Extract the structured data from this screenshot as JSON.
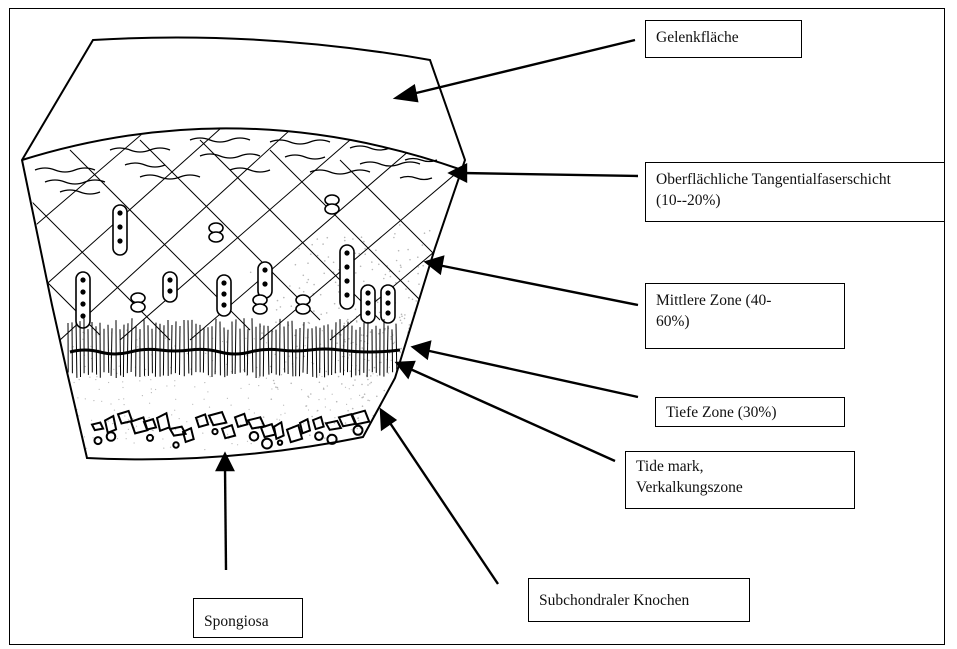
{
  "labels": {
    "articular_surface": "Gelenkfläche",
    "superficial_tangential_layer": "Oberflächliche Tangentialfaserschicht\n(10--20%)",
    "middle_zone": "Mittlere Zone (40-\n60%)",
    "deep_zone": "Tiefe Zone (30%)",
    "tide_mark": "Tide mark,\nVerkalkungszone",
    "subchondral_bone": "Subchondraler Knochen",
    "spongiosa": "Spongiosa"
  },
  "colors": {
    "ink": "#000000",
    "background": "#ffffff",
    "stipple": "#b8b8b8"
  }
}
